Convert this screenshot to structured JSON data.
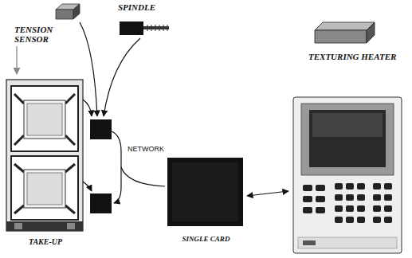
{
  "diagram": {
    "nodes": [
      {
        "text": [
          "TENSION SENSOR"
        ]
      },
      {
        "text": [
          "SPINDLE"
        ]
      },
      {
        "text": [
          "TEXTURING HEATER"
        ]
      },
      {
        "text": [
          "TAKE-UP"
        ]
      },
      {
        "text": [
          "SINGLE CARD"
        ]
      }
    ],
    "edges": [
      {
        "from": 0,
        "to": 3,
        "arrow": "to"
      }
    ],
    "labels": [
      "NETWORK"
    ]
  }
}
